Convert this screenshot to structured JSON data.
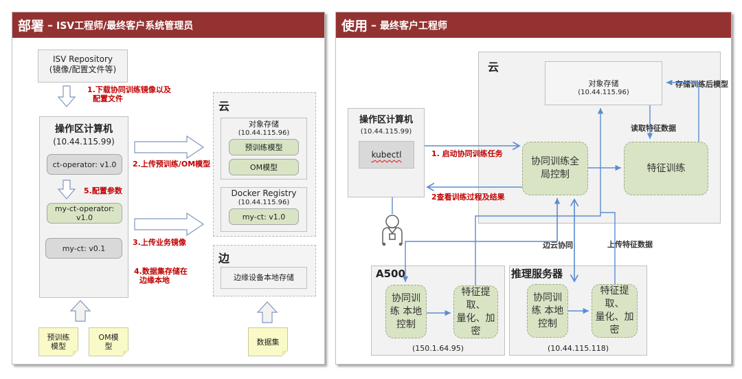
{
  "left_panel": {
    "title_main": "部署",
    "title_dash": "–",
    "title_sub": "ISV工程师/最终客户系统管理员",
    "isv_repo": {
      "line1": "ISV Repository",
      "line2": "(镜像/配置文件等)"
    },
    "operator_pc": {
      "title": "操作区计算机",
      "ip": "(10.44.115.99)",
      "ct_operator": "ct-operator: v1.0",
      "my_ct_operator_line1": "my-ct-operator:",
      "my_ct_operator_line2": "v1.0",
      "my_ct": "my-ct:  v0.1"
    },
    "steps": {
      "step1_line1": "1.下载协同训练镜像以及",
      "step1_line2": "配置文件",
      "step2": "2.上传预训练/OM模型",
      "step3": "3.上传业务镜像",
      "step4_line1": "4.数据集存储在",
      "step4_line2": "边缘本地",
      "step5": "5.配置参数"
    },
    "cloud": {
      "title": "云",
      "object_storage": {
        "title": "对象存储",
        "ip": "(10.44.115.96)",
        "items": [
          "预训练模型",
          "OM模型"
        ]
      },
      "docker_registry": {
        "title": "Docker Registry",
        "ip": "(10.44.115.96)",
        "item": "my-ct:  v1.0"
      }
    },
    "edge": {
      "title": "边",
      "storage": "边缘设备本地存储"
    },
    "notes": {
      "pretrained_line1": "预训练",
      "pretrained_line2": "模型",
      "om_line1": "OM模",
      "om_line2": "型",
      "dataset": "数据集"
    }
  },
  "right_panel": {
    "title_main": "使用",
    "title_dash": "–",
    "title_sub": "最终客户工程师",
    "operator_pc": {
      "title": "操作区计算机",
      "ip": "(10.44.115.99)",
      "tool": "kubectl"
    },
    "cloud": {
      "title": "云",
      "object_storage": {
        "title": "对象存储",
        "ip": "(10.44.115.96)"
      },
      "global_control_line1": "协同训练全",
      "global_control_line2": "局控制",
      "feature_training": "特征训练"
    },
    "labels": {
      "start_task": "1. 启动协同训练任务",
      "view_results": "2查看训练过程及结果",
      "store_model": "存储训练后模型",
      "read_features": "读取特征数据",
      "edge_cloud": "边云协同",
      "upload_features": "上传特征数据"
    },
    "a500": {
      "title": "A500",
      "ip": "(150.1.64.95)",
      "local_control": [
        "协同训",
        "练 本地",
        "控制"
      ],
      "feature_extract": [
        "特征提取、",
        "量化、加",
        "密"
      ]
    },
    "inference_server": {
      "title": "推理服务器",
      "ip": "(10.44.115.118)",
      "local_control": [
        "协同训",
        "练 本地",
        "控制"
      ],
      "feature_extract": [
        "特征提取、",
        "量化、加",
        "密"
      ]
    }
  }
}
